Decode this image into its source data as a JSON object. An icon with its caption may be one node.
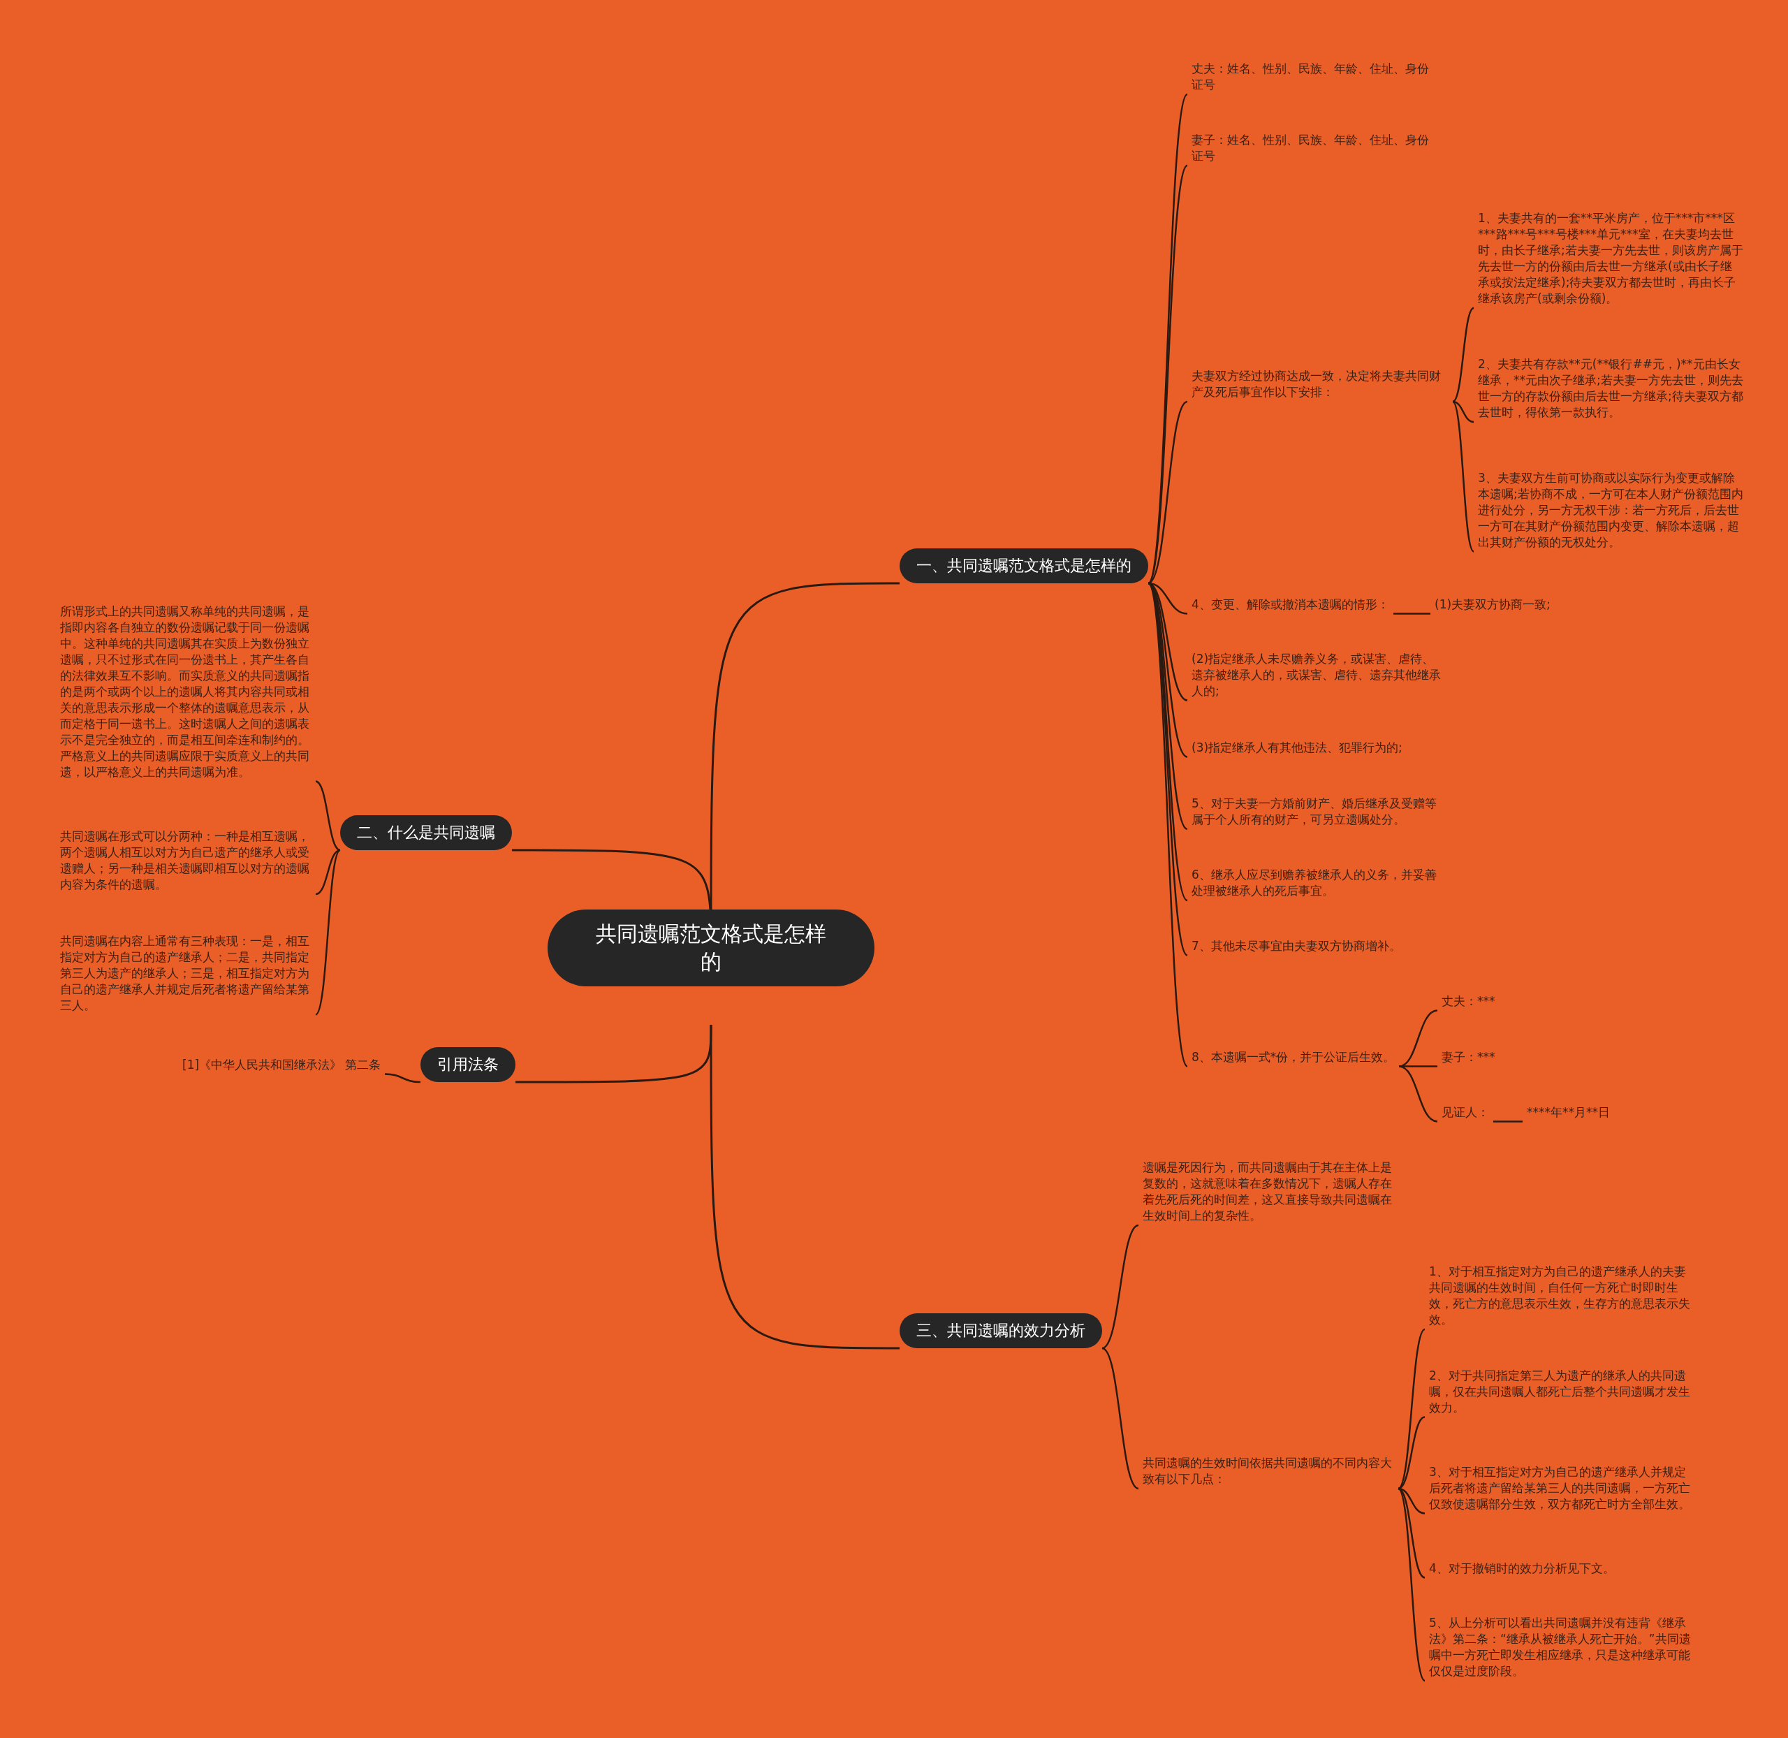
{
  "diagram": {
    "nodes": [
      {
        "text": [
          "共同遗嘱范文格式是怎样的"
        ]
      },
      {
        "text": [
          "一、共同遗嘱范文格式是怎样的"
        ]
      },
      {
        "text": [
          "丈夫：姓名、性别、民族、年龄、住址、身份证号"
        ]
      },
      {
        "text": [
          "妻子：姓名、性别、民族、年龄、住址、身份证号"
        ]
      },
      {
        "text": [
          "夫妻双方经过协商达成一致，决定将夫妻共同财产及死后事宜作以下安排："
        ]
      },
      {
        "text": [
          "1、夫妻共有的一套**平米房产，位于***市***区***路***号***号楼***单元***室，在夫妻均去世时，由长子继承;若夫妻一方先去世，则该房产属于先去世一方的份额由后去世一方继承(或由长子继承或按法定继承);待夫妻双方都去世时，再由长子继承该房产(或剩余份额)。"
        ]
      },
      {
        "text": [
          "2、夫妻共有存款**元(**银行##元，)**元由长女继承，**元由次子继承;若夫妻一方先去世，则先去世一方的存款份额由后去世一方继承;待夫妻双方都去世时，得依第一款执行。"
        ]
      },
      {
        "text": [
          "3、夫妻双方生前可协商或以实际行为变更或解除本遗嘱;若协商不成，一方可在本人财产份额范围内进行处分，另一方无权干涉：若一方死后，后去世一方可在其财产份额范围内变更、解除本遗嘱，超出其财产份额的无权处分。"
        ]
      },
      {
        "text": [
          "4、变更、解除或撤消本遗嘱的情形："
        ]
      },
      {
        "text": [
          "(1)夫妻双方协商一致;"
        ]
      },
      {
        "text": [
          "(2)指定继承人未尽赡养义务，或谋害、虐待、遗弃被继承人的，或谋害、虐待、遗弃其他继承人的;"
        ]
      },
      {
        "text": [
          "(3)指定继承人有其他违法、犯罪行为的;"
        ]
      },
      {
        "text": [
          "5、对于夫妻一方婚前财产、婚后继承及受赠等属于个人所有的财产，可另立遗嘱处分。"
        ]
      },
      {
        "text": [
          "6、继承人应尽到赡养被继承人的义务，并妥善处理被继承人的死后事宜。"
        ]
      },
      {
        "text": [
          "7、其他未尽事宜由夫妻双方协商增补。"
        ]
      },
      {
        "text": [
          "8、本遗嘱一式*份，并于公证后生效。"
        ]
      },
      {
        "text": [
          "丈夫：***"
        ]
      },
      {
        "text": [
          "妻子：***"
        ]
      },
      {
        "text": [
          "见证人："
        ]
      },
      {
        "text": [
          "****年**月**日"
        ]
      },
      {
        "text": [
          "二、什么是共同遗嘱"
        ]
      },
      {
        "text": [
          "所谓形式上的共同遗嘱又称单纯的共同遗嘱，是指即内容各自独立的数份遗嘱记载于同一份遗嘱中。这种单纯的共同遗嘱其在实质上为数份独立遗嘱，只不过形式在同一份遗书上，其产生各自的法律效果互不影响。而实质意义的共同遗嘱指的是两个或两个以上的遗嘱人将其内容共同或相关的意思表示形成一个整体的遗嘱意思表示，从而定格于同一遗书上。这时遗嘱人之间的遗嘱表示不是完全独立的，而是相互间牵连和制约的。严格意义上的共同遗嘱应限于实质意义上的共同遗，以严格意义上的共同遗嘱为准。"
        ]
      },
      {
        "text": [
          "共同遗嘱在形式可以分两种：一种是相互遗嘱，两个遗嘱人相互以对方为自己遗产的继承人或受遗赠人；另一种是相关遗嘱即相互以对方的遗嘱内容为条件的遗嘱。"
        ]
      },
      {
        "text": [
          "共同遗嘱在内容上通常有三种表现：一是，相互指定对方为自己的遗产继承人；二是，共同指定第三人为遗产的继承人；三是，相互指定对方为自己的遗产继承人并规定后死者将遗产留给某第三人。"
        ]
      },
      {
        "text": [
          "引用法条"
        ]
      },
      {
        "text": [
          "[1]《中华人民共和国继承法》 第二条"
        ]
      },
      {
        "text": [
          "三、共同遗嘱的效力分析"
        ]
      },
      {
        "text": [
          "遗嘱是死因行为，而共同遗嘱由于其在主体上是复数的，这就意味着在多数情况下，遗嘱人存在着先死后死的时间差，这又直接导致共同遗嘱在生效时间上的复杂性。"
        ]
      },
      {
        "text": [
          "共同遗嘱的生效时间依据共同遗嘱的不同内容大致有以下几点："
        ]
      },
      {
        "text": [
          "1、对于相互指定对方为自己的遗产继承人的夫妻共同遗嘱的生效时间，自任何一方死亡时即时生效，死亡方的意思表示生效，生存方的意思表示失效。"
        ]
      },
      {
        "text": [
          "2、对于共同指定第三人为遗产的继承人的共同遗嘱，仅在共同遗嘱人都死亡后整个共同遗嘱才发生效力。"
        ]
      },
      {
        "text": [
          "3、对于相互指定对方为自己的遗产继承人并规定后死者将遗产留给某第三人的共同遗嘱，一方死亡仅致使遗嘱部分生效，双方都死亡时方全部生效。"
        ]
      },
      {
        "text": [
          "4、对于撤销时的效力分析见下文。"
        ]
      },
      {
        "text": [
          "5、从上分析可以看出共同遗嘱并没有违背《继承法》第二条：“继承从被继承人死亡开始。”共同遗嘱中一方死亡即发生相应继承，只是这种继承可能仅仅是过度阶段。"
        ]
      }
    ],
    "edges": [
      {
        "from": 0,
        "to": 1,
        "arrow": "none"
      },
      {
        "from": 1,
        "to": 2,
        "arrow": "none"
      },
      {
        "from": 1,
        "to": 3,
        "arrow": "none"
      },
      {
        "from": 1,
        "to": 4,
        "arrow": "none"
      },
      {
        "from": 4,
        "to": 5,
        "arrow": "none"
      },
      {
        "from": 4,
        "to": 6,
        "arrow": "none"
      },
      {
        "from": 4,
        "to": 7,
        "arrow": "none"
      },
      {
        "from": 1,
        "to": 8,
        "arrow": "none"
      },
      {
        "from": 8,
        "to": 9,
        "arrow": "none"
      },
      {
        "from": 1,
        "to": 10,
        "arrow": "none"
      },
      {
        "from": 1,
        "to": 11,
        "arrow": "none"
      },
      {
        "from": 1,
        "to": 12,
        "arrow": "none"
      },
      {
        "from": 1,
        "to": 13,
        "arrow": "none"
      },
      {
        "from": 1,
        "to": 14,
        "arrow": "none"
      },
      {
        "from": 1,
        "to": 15,
        "arrow": "none"
      },
      {
        "from": 15,
        "to": 16,
        "arrow": "none"
      },
      {
        "from": 15,
        "to": 17,
        "arrow": "none"
      },
      {
        "from": 15,
        "to": 18,
        "arrow": "none"
      },
      {
        "from": 18,
        "to": 19,
        "arrow": "none"
      },
      {
        "from": 0,
        "to": 20,
        "arrow": "none"
      },
      {
        "from": 20,
        "to": 21,
        "arrow": "none"
      },
      {
        "from": 20,
        "to": 22,
        "arrow": "none"
      },
      {
        "from": 20,
        "to": 23,
        "arrow": "none"
      },
      {
        "from": 0,
        "to": 24,
        "arrow": "none"
      },
      {
        "from": 24,
        "to": 25,
        "arrow": "none"
      },
      {
        "from": 0,
        "to": 26,
        "arrow": "none"
      },
      {
        "from": 26,
        "to": 27,
        "arrow": "none"
      },
      {
        "from": 26,
        "to": 28,
        "arrow": "none"
      },
      {
        "from": 28,
        "to": 29,
        "arrow": "none"
      },
      {
        "from": 28,
        "to": 30,
        "arrow": "none"
      },
      {
        "from": 28,
        "to": 31,
        "arrow": "none"
      },
      {
        "from": 28,
        "to": 32,
        "arrow": "none"
      },
      {
        "from": 28,
        "to": 33,
        "arrow": "none"
      }
    ]
  }
}
